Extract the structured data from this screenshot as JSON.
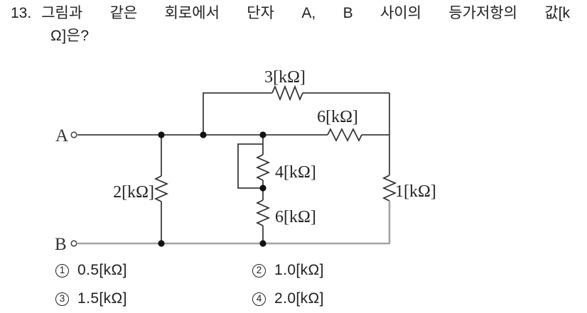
{
  "question": {
    "number": "13.",
    "text_line1": "그림과 같은 회로에서 단자 A, B 사이의 등가저항의 값[k",
    "text_line2": "Ω]은?"
  },
  "circuit": {
    "terminal_a": "A",
    "terminal_b": "B",
    "labels": {
      "r_top": "3[kΩ]",
      "r_series_top": "6[kΩ]",
      "r_left": "2[kΩ]",
      "r_mid_upper": "4[kΩ]",
      "r_mid_lower": "6[kΩ]",
      "r_right": "1[kΩ]"
    },
    "colors": {
      "wire": "#3c3c3c",
      "bottom_wire": "#a3a3a3"
    }
  },
  "options": [
    {
      "num": "1",
      "label": "0.5[kΩ]"
    },
    {
      "num": "2",
      "label": "1.0[kΩ]"
    },
    {
      "num": "3",
      "label": "1.5[kΩ]"
    },
    {
      "num": "4",
      "label": "2.0[kΩ]"
    }
  ]
}
